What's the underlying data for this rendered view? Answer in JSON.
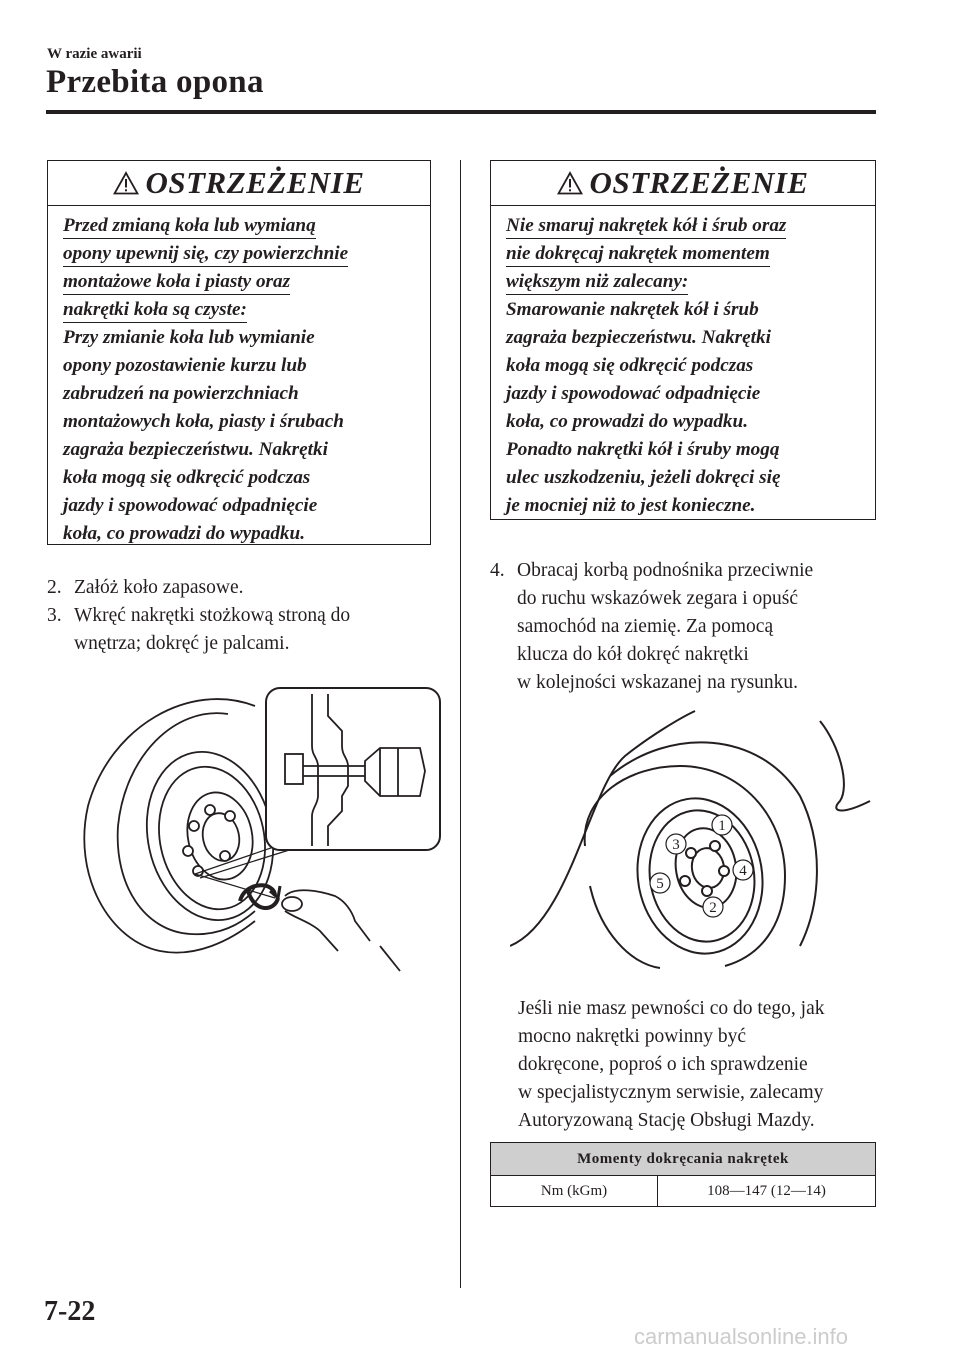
{
  "header": {
    "section": "W razie awarii",
    "title": "Przebita opona"
  },
  "warning_left": {
    "title": "OSTRZEŻENIE",
    "underlined_lines": [
      "Przed zmianą koła lub wymianą",
      "opony upewnij się, czy powierzchnie",
      "montażowe koła i piasty oraz",
      "nakrętki koła są czyste:"
    ],
    "body_lines": [
      "Przy zmianie koła lub wymianie",
      "opony pozostawienie kurzu lub",
      "zabrudzeń na powierzchniach",
      "montażowych koła, piasty i śrubach",
      "zagraża bezpieczeństwu. Nakrętki",
      "koła mogą się odkręcić podczas",
      "jazdy i spowodować odpadnięcie",
      "koła, co prowadzi do wypadku."
    ]
  },
  "warning_right": {
    "title": "OSTRZEŻENIE",
    "underlined_lines": [
      "Nie smaruj nakrętek kół i śrub oraz",
      "nie dokręcaj nakrętek momentem",
      "większym niż zalecany:"
    ],
    "body_lines": [
      "Smarowanie nakrętek kół i śrub",
      "zagraża bezpieczeństwu. Nakrętki",
      "koła mogą się odkręcić podczas",
      "jazdy i spowodować odpadnięcie",
      "koła, co prowadzi do wypadku.",
      "Ponadto nakrętki kół i śruby mogą",
      "ulec uszkodzeniu, jeżeli dokręci się",
      "je mocniej niż to jest konieczne."
    ]
  },
  "steps": {
    "s2": {
      "num": "2.",
      "text": "Załóż koło zapasowe."
    },
    "s3": {
      "num": "3.",
      "first": "Wkręć nakrętki stożkową stroną do",
      "cont": "wnętrza; dokręć je palcami."
    },
    "s4": {
      "num": "4.",
      "first": "Obracaj korbą podnośnika przeciwnie",
      "cont_lines": [
        "do ruchu wskazówek zegara i opuść",
        "samochód na ziemię. Za pomocą",
        "klucza do kół dokręć nakrętki",
        "w kolejności wskazanej na rysunku."
      ]
    }
  },
  "figure_right_labels": [
    "1",
    "2",
    "3",
    "4",
    "5"
  ],
  "note_lines": [
    "Jeśli nie masz pewności co do tego, jak",
    "mocno nakrętki powinny być",
    "dokręcone, poproś o ich sprawdzenie",
    "w specjalistycznym serwisie, zalecamy",
    "Autoryzowaną Stację Obsługi Mazdy."
  ],
  "torque_table": {
    "header": "Momenty dokręcania nakrętek",
    "unit": "Nm (kGm)",
    "value": "108—147 (12—14)"
  },
  "page_number": "7-22",
  "footer": "carmanualsonline.info"
}
